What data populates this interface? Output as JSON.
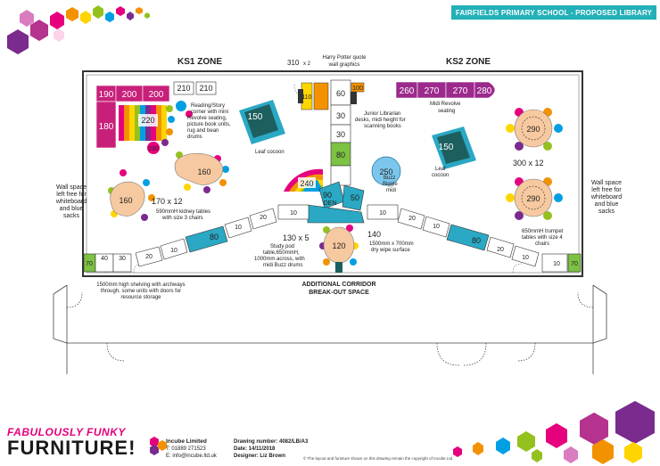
{
  "header": {
    "title": "FAIRFIELDS PRIMARY SCHOOL - PROPOSED LIBRARY"
  },
  "zones": {
    "ks1": "KS1 ZONE",
    "ks2": "KS2 ZONE"
  },
  "labels": {
    "harry_potter": [
      "Harry Potter quote",
      "wall graphics"
    ],
    "qty_310": "310",
    "qty_310_mult": "x 2",
    "reading_corner": [
      "Reading/Story",
      "corner with mini",
      "Revolve seating,",
      "picture book units,",
      "rug and bean",
      "drums"
    ],
    "junior_librarian": [
      "Junior Librarian",
      "desks, midi height for",
      "scanning books"
    ],
    "midi_revolve": [
      "Midi Revolve",
      "seating"
    ],
    "leaf_cocoon_1": "Leaf cocoon",
    "leaf_cocoon_2": [
      "Leaf",
      "cocoon"
    ],
    "buzz_biggie": [
      "Buzz",
      "Biggie",
      "midi"
    ],
    "qty_300": "300 x 12",
    "qty_170": "170 x 12",
    "kidney": [
      "590mmH kidney tables",
      "with size 3 chairs"
    ],
    "wall_left": [
      "Wall space",
      "left free for",
      "whiteboard",
      "and blue",
      "sacks"
    ],
    "wall_right": [
      "Wall space",
      "left free for",
      "whiteboard",
      "and blue",
      "sacks"
    ],
    "qty_130": "130 x 5",
    "study_pod": [
      "Study pod",
      "table,650mmH,",
      "1000mm across, with",
      "midi Buzz drums"
    ],
    "qty_140": "140",
    "dry_wipe": [
      "1500mm x 700mm",
      "dry wipe surface"
    ],
    "trumpet": [
      "650mmH trumpet",
      "tables with size 4",
      "chairs"
    ],
    "shelving": [
      "1500mm high shelving with archways",
      "through, some units with doors for",
      "resource storage"
    ],
    "corridor": [
      "ADDITIONAL CORRIDOR",
      "BREAK-OUT SPACE"
    ],
    "den": "DEN"
  },
  "units": {
    "pink_row": [
      "190",
      "200",
      "200"
    ],
    "pink_side": "180",
    "white_top": [
      "210",
      "210"
    ],
    "u220": "220",
    "u230": "230",
    "cocoon": "150",
    "u160a": "160",
    "u160b": "160",
    "u240": "240",
    "u100": "100",
    "u110": "110",
    "spine": [
      "60",
      "30",
      "30",
      "80",
      "50"
    ],
    "den_num": "90",
    "u250": "250",
    "u120": "120",
    "u290": "290",
    "purple_row": [
      "260",
      "270",
      "270",
      "280"
    ],
    "shelf_left": [
      "70",
      "40",
      "30",
      "20",
      "10",
      "80",
      "10",
      "20",
      "10"
    ],
    "shelf_right": [
      "10",
      "20",
      "10",
      "80",
      "20",
      "10",
      "70"
    ],
    "small_10": "10"
  },
  "colors": {
    "pink": "#c8207a",
    "purple": "#9b2a8c",
    "teal": "#2aa8c4",
    "green": "#7dc243",
    "table": "#f7c9a0",
    "brand": "#e4007c"
  },
  "footer": {
    "brand_line1": "FABULOUSLY FUNKY",
    "brand_line2": "FURNITURE!",
    "company_name": "Incube Limited",
    "phone": "T: 01889 271523",
    "email": "E: info@incube.ltd.uk",
    "drawing_number": "Drawing number: 4082/LB/A3",
    "date": "Date: 14/11/2018",
    "designer": "Designer: Liz Brown",
    "copyright": "© The layout and furniture shown on this drawing remain the copyright of Incube Ltd."
  }
}
